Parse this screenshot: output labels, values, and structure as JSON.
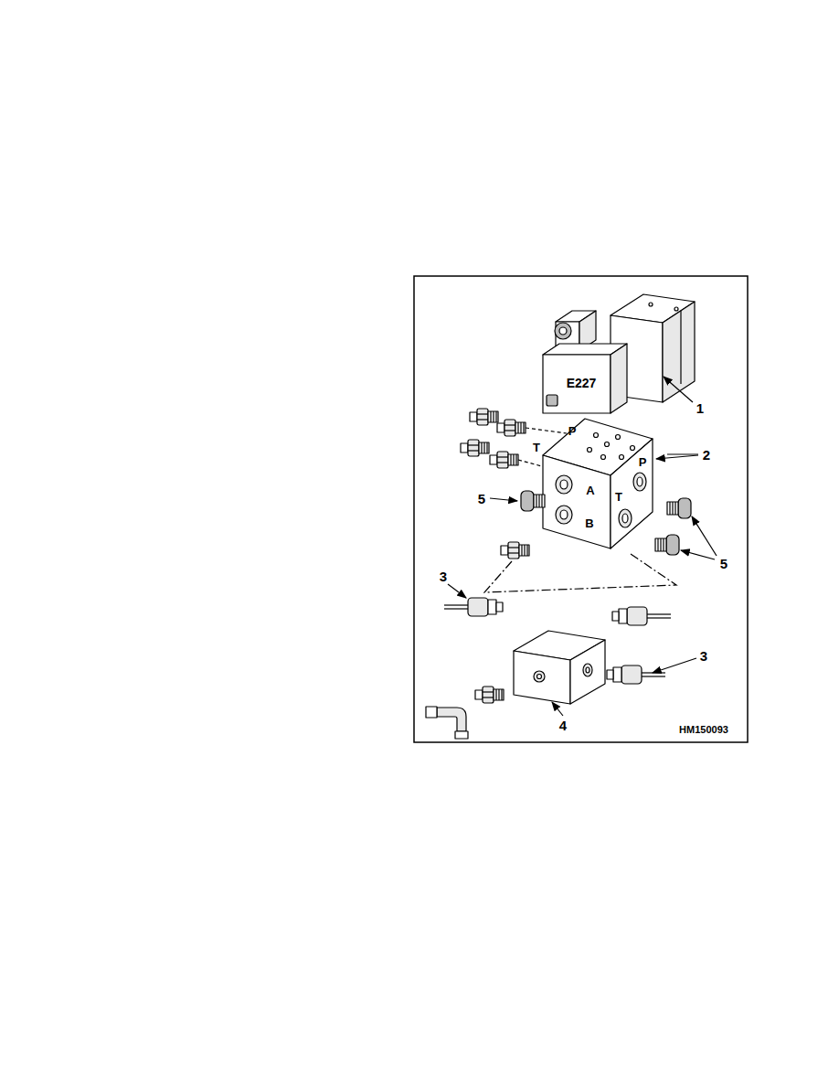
{
  "diagram": {
    "labels": [
      "E227",
      "1",
      "P",
      "T",
      "2",
      "A",
      "T",
      "P",
      "5",
      "B",
      "5",
      "3",
      "3",
      "4",
      "HM150093"
    ]
  }
}
